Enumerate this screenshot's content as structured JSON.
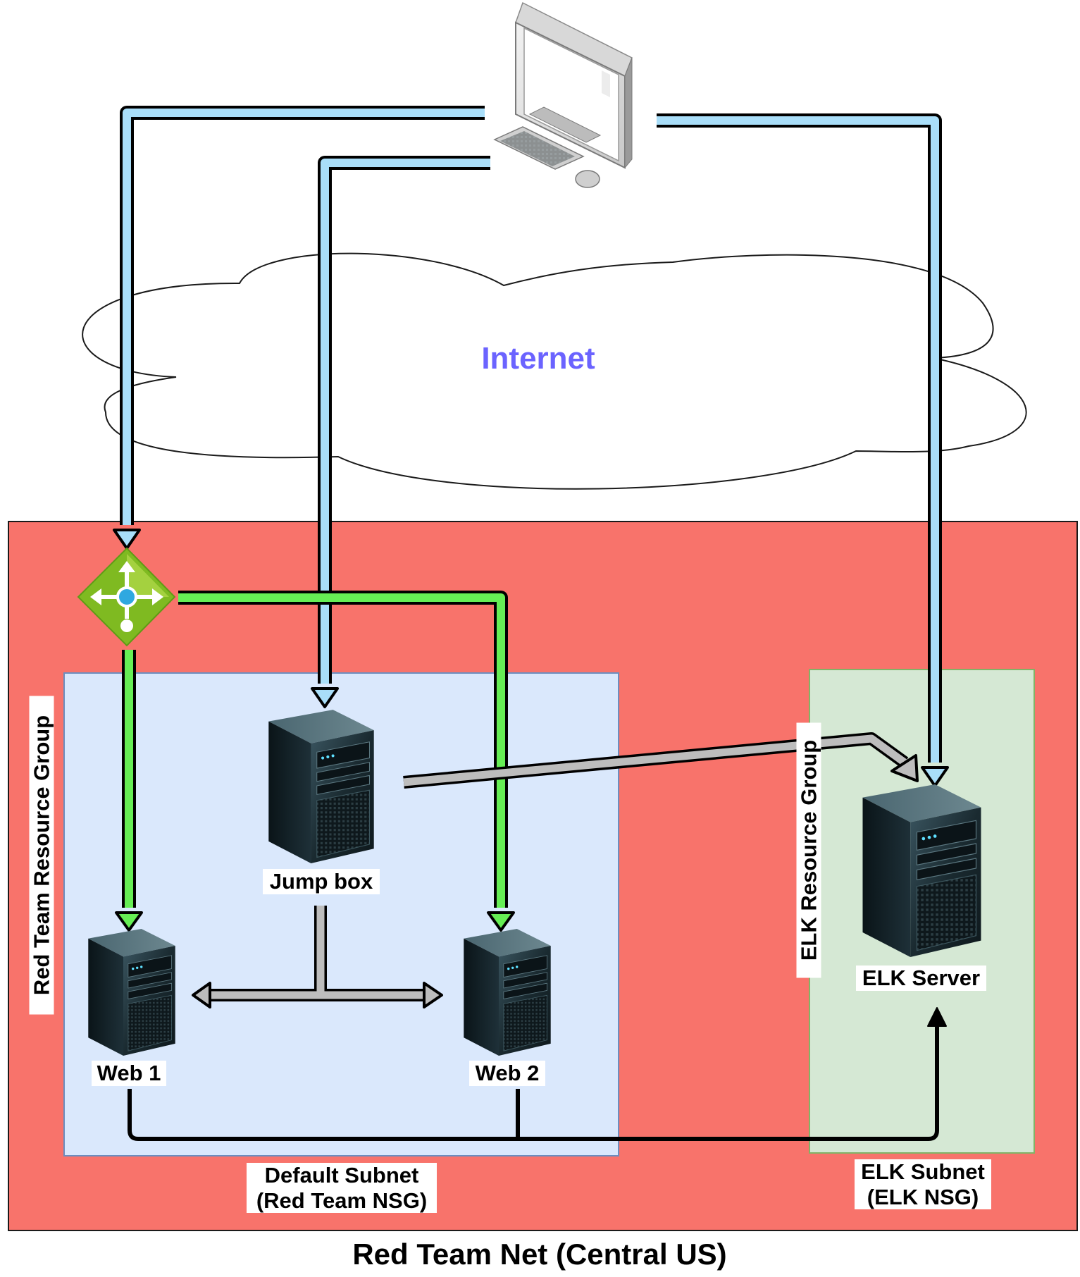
{
  "cloud": {
    "label": "Internet",
    "label_color": "#6b63ff"
  },
  "regions": {
    "red_team_net": {
      "label": "Red Team Net (Central US)",
      "fill": "#f8736b"
    },
    "red_team_resource_group": {
      "label": "Red Team Resource Group"
    },
    "default_subnet": {
      "label_line1": "Default Subnet",
      "label_line2": "(Red Team NSG)",
      "fill": "#dae8fc"
    },
    "elk_resource_group": {
      "label": "ELK Resource Group"
    },
    "elk_subnet": {
      "label_line1": "ELK Subnet",
      "label_line2": "(ELK NSG)",
      "fill": "#d5e8d4"
    }
  },
  "nodes": {
    "workstation": {
      "icon": "desktop-computer-icon"
    },
    "load_balancer": {
      "icon": "load-balancer-icon"
    },
    "jump_box": {
      "label": "Jump box",
      "icon": "server-tower-icon"
    },
    "web1": {
      "label": "Web 1",
      "icon": "server-tower-icon"
    },
    "web2": {
      "label": "Web 2",
      "icon": "server-tower-icon"
    },
    "elk_server": {
      "label": "ELK Server",
      "icon": "server-tower-icon"
    }
  },
  "connector_colors": {
    "internet_access": "#a9def9",
    "load_balanced": "#66ee55",
    "ssh_internal": "#bdbdbd",
    "log_shipping": "#000000"
  }
}
